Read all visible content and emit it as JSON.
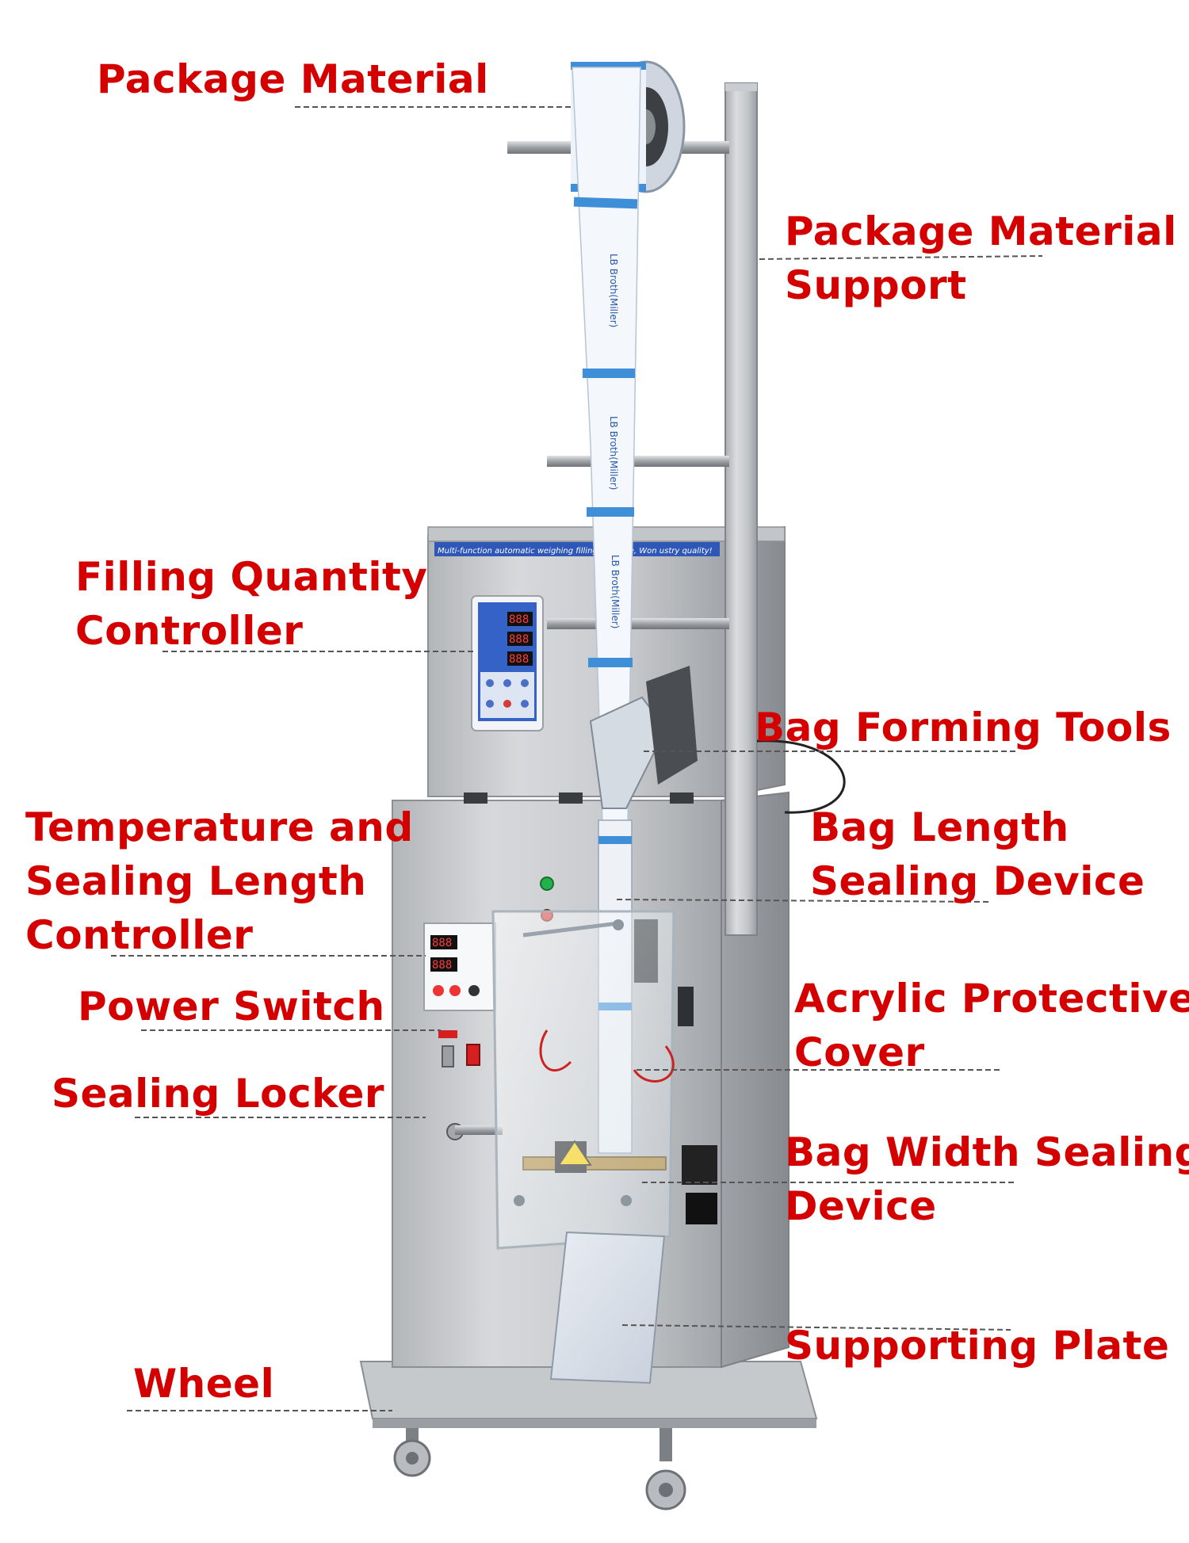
{
  "colors": {
    "label_text": "#d40000",
    "leader_line": "#555555",
    "steel_light": "#d9dbdd",
    "steel_mid": "#b9bcbf",
    "steel_dark": "#8c9094",
    "film_blue": "#3f8fd8",
    "film_white": "#f4f7fb",
    "panel_blue": "#2f57b8"
  },
  "machine": {
    "hopper_banner": "Multi-function automatic weighing filling machine,  Won           ustry quality!",
    "film_print": "LB Broth(Miller)"
  },
  "labels": {
    "package_material": "Package Material",
    "package_material_support": [
      "Package Material",
      "Support"
    ],
    "filling_quantity_controller": [
      "Filling Quantity",
      "Controller"
    ],
    "bag_forming_tools": "Bag Forming Tools",
    "temperature_controller": [
      "Temperature and",
      "Sealing Length",
      "Controller"
    ],
    "bag_length_sealing_device": [
      "Bag Length",
      "Sealing Device"
    ],
    "power_switch": "Power Switch",
    "acrylic_protective_cover": [
      "Acrylic Protective",
      "Cover"
    ],
    "sealing_locker": "Sealing Locker",
    "bag_width_sealing_device": [
      "Bag Width Sealing",
      "Device"
    ],
    "supporting_plate": "Supporting Plate",
    "wheel": "Wheel"
  }
}
